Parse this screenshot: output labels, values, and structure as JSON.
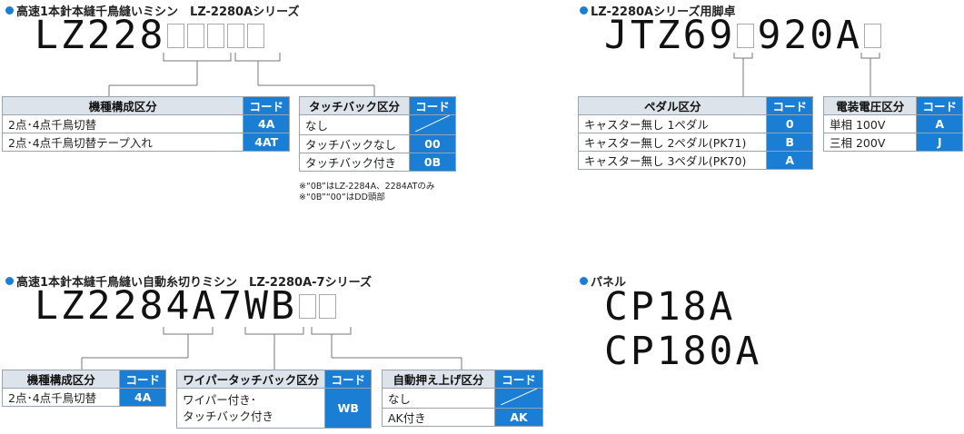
{
  "sections": {
    "a": {
      "heading": "高速1本針本縫千鳥縫いミシン　LZ-2280Aシリーズ",
      "model": "LZ228",
      "slots": 5,
      "table1": {
        "header_label": "機種構成区分",
        "header_code": "コード",
        "rows": [
          {
            "label": "2点･4点千鳥切替",
            "code": "4A"
          },
          {
            "label": "2点･4点千鳥切替テープ入れ",
            "code": "4AT"
          }
        ]
      },
      "table2": {
        "header_label": "タッチバック区分",
        "header_code": "コード",
        "rows": [
          {
            "label": "なし",
            "code": ""
          },
          {
            "label": "タッチバックなし",
            "code": "00"
          },
          {
            "label": "タッチバック付き",
            "code": "0B"
          }
        ],
        "notes": [
          "※“0B”はLZ-2284A、2284ATのみ",
          "※“0B”“00”はDD頭部"
        ]
      }
    },
    "b": {
      "heading": "LZ-2280Aシリーズ用脚卓",
      "model_part1": "JTZ69",
      "model_part2": "920A",
      "table1": {
        "header_label": "ペダル区分",
        "header_code": "コード",
        "rows": [
          {
            "label": "キャスター無し 1ペダル",
            "code": "0"
          },
          {
            "label": "キャスター無し 2ペダル(PK71)",
            "code": "B"
          },
          {
            "label": "キャスター無し 3ペダル(PK70)",
            "code": "A"
          }
        ]
      },
      "table2": {
        "header_label": "電装電圧区分",
        "header_code": "コード",
        "rows": [
          {
            "label": "単相 100V",
            "code": "A"
          },
          {
            "label": "三相 200V",
            "code": "J"
          }
        ]
      }
    },
    "c": {
      "heading": "高速1本針本縫千鳥縫い自動糸切りミシン　LZ-2280A-7シリーズ",
      "model": "LZ2284A7WB",
      "slots": 2,
      "table1": {
        "header_label": "機種構成区分",
        "header_code": "コード",
        "rows": [
          {
            "label": "2点･4点千鳥切替",
            "code": "4A"
          }
        ]
      },
      "table2": {
        "header_label": "ワイパータッチバック区分",
        "header_code": "コード",
        "rows": [
          {
            "label_line1": "ワイパー付き･",
            "label_line2": "タッチバック付き",
            "code": "WB"
          }
        ]
      },
      "table3": {
        "header_label": "自動押え上げ区分",
        "header_code": "コード",
        "rows": [
          {
            "label": "なし",
            "code": ""
          },
          {
            "label": "AK付き",
            "code": "AK"
          }
        ]
      }
    },
    "d": {
      "heading": "パネル",
      "items": [
        "CP18A",
        "CP180A"
      ]
    }
  }
}
